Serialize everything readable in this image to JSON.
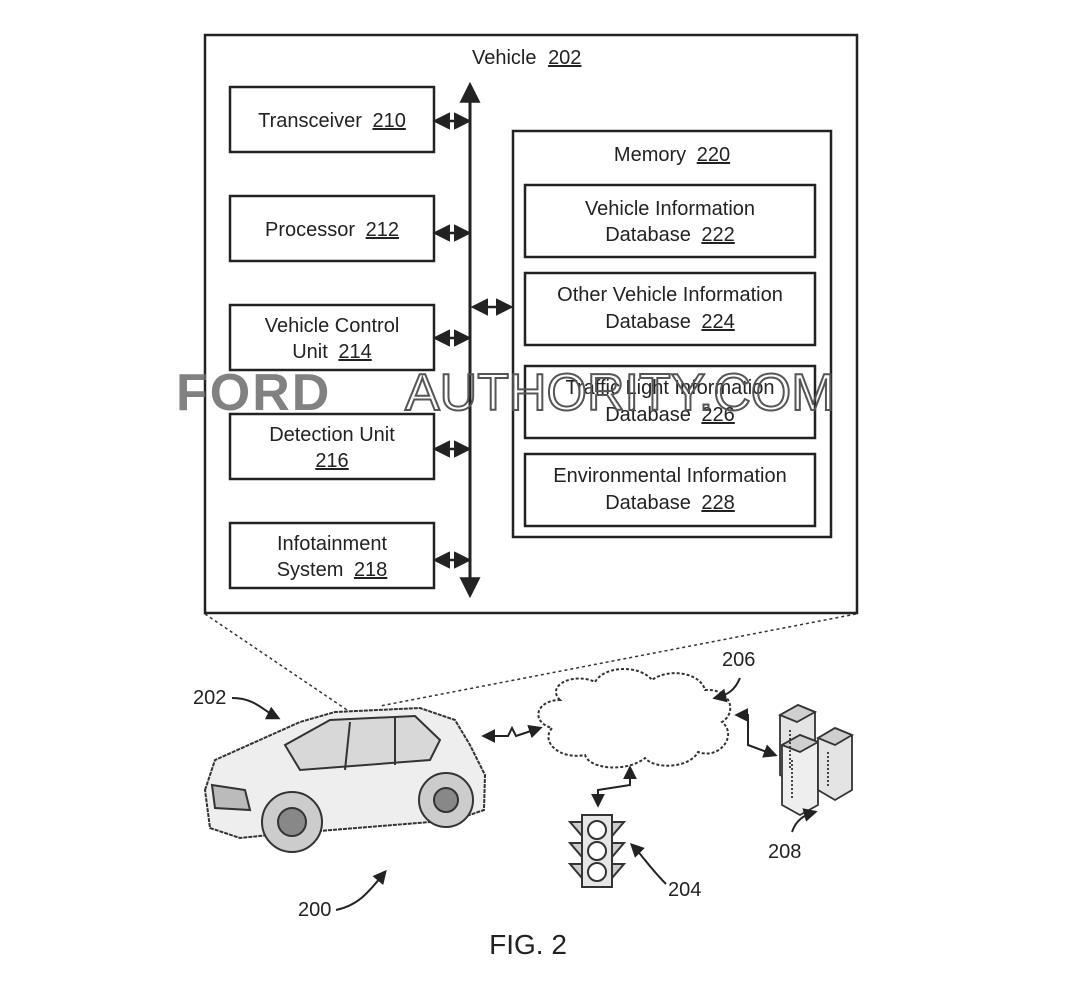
{
  "vehicle": {
    "label": "Vehicle",
    "ref": "202"
  },
  "modules": [
    {
      "line1": "Transceiver",
      "ref": "210"
    },
    {
      "line1": "Processor",
      "ref": "212"
    },
    {
      "line1": "Vehicle Control",
      "line2": "Unit",
      "ref": "214"
    },
    {
      "line1": "Detection Unit",
      "ref": "216"
    },
    {
      "line1": "Infotainment",
      "line2": "System",
      "ref": "218"
    }
  ],
  "memory": {
    "label": "Memory",
    "ref": "220",
    "databases": [
      {
        "line1": "Vehicle Information",
        "line2": "Database",
        "ref": "222"
      },
      {
        "line1": "Other Vehicle Information",
        "line2": "Database",
        "ref": "224"
      },
      {
        "line1": "Traffic Light Information",
        "line2": "Database",
        "ref": "226"
      },
      {
        "line1": "Environmental Information",
        "line2": "Database",
        "ref": "228"
      }
    ]
  },
  "scene": {
    "vehicle_ref": "202",
    "system_ref": "200",
    "network_ref": "206",
    "traffic_light_ref": "204",
    "servers_ref": "208"
  },
  "watermark": {
    "part1": "FORD",
    "part2": "AUTHORITY.COM"
  },
  "caption": "FIG. 2"
}
